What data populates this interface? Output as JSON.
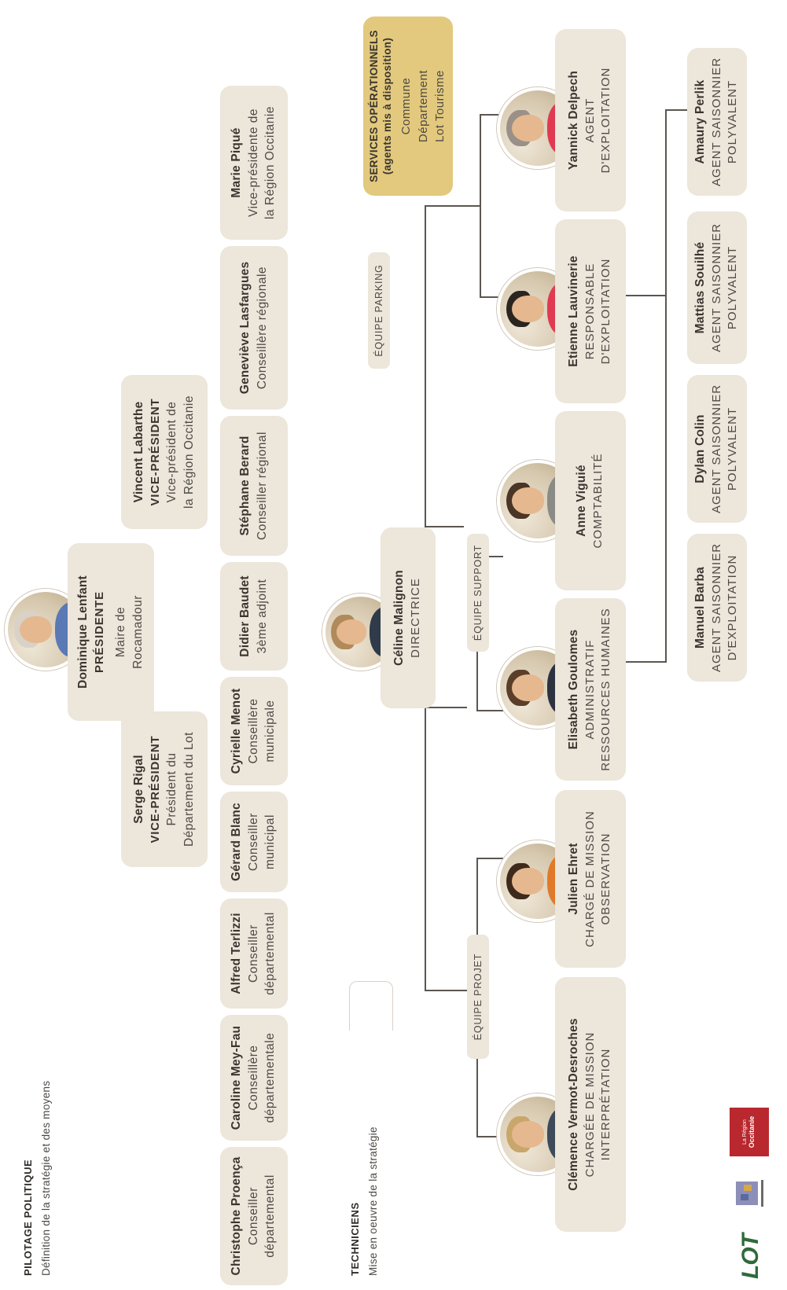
{
  "sections": {
    "pilotage_title": "PILOTAGE POLITIQUE",
    "pilotage_sub": "Définition de la stratégie et des moyens",
    "techniciens_title": "TECHNICIENS",
    "techniciens_sub": "Mise en oeuvre de la stratégie"
  },
  "president": {
    "name": "Dominique Lenfant",
    "role": "PRÉSIDENTE",
    "desc1": "Maire de",
    "desc2": "Rocamadour"
  },
  "vp1": {
    "name": "Serge Rigal",
    "role": "VICE-PRÉSIDENT",
    "desc1": "Président du",
    "desc2": "Département du Lot"
  },
  "vp2": {
    "name": "Vincent Labarthe",
    "role": "VICE-PRÉSIDENT",
    "desc1": "Vice-président de",
    "desc2": "la Région Occitanie"
  },
  "council": [
    {
      "name": "Christophe Proença",
      "desc1": "Conseiller",
      "desc2": "départemental"
    },
    {
      "name": "Caroline Mey-Fau",
      "desc1": "Conseillère",
      "desc2": "départementale"
    },
    {
      "name": "Alfred Terlizzi",
      "desc1": "Conseiller",
      "desc2": "départemental"
    },
    {
      "name": "Gérard Blanc",
      "desc1": "Conseiller",
      "desc2": "municipal"
    },
    {
      "name": "Cyrielle Menot",
      "desc1": "Conseillère",
      "desc2": "municipale"
    },
    {
      "name": "Didier Baudet",
      "desc1": "3ème adjoint",
      "desc2": ""
    },
    {
      "name": "Stéphane Berard",
      "desc1": "Conseiller régional",
      "desc2": ""
    },
    {
      "name": "Geneviève Lasfargues",
      "desc1": "Conseillère régionale",
      "desc2": ""
    },
    {
      "name": "Marie Piqué",
      "desc1": "Vice-présidente de",
      "desc2": "la Région Occitanie"
    }
  ],
  "director": {
    "name": "Céline Malignon",
    "title": "DIRECTRICE"
  },
  "teams": {
    "projet": "ÉQUIPE PROJET",
    "support": "ÉQUIPE SUPPORT",
    "parking": "ÉQUIPE PARKING"
  },
  "staff": {
    "clemence": {
      "name": "Clémence Vermot-Desroches",
      "t1": "CHARGÉE DE MISSION",
      "t2": "INTERPRÉTATION"
    },
    "julien": {
      "name": "Julien Ehret",
      "t1": "CHARGÉ DE MISSION",
      "t2": "OBSERVATION"
    },
    "elisabeth": {
      "name": "Elisabeth Goulomes",
      "t1": "ADMINISTRATIF",
      "t2": "RESSOURCES HUMAINES"
    },
    "anne": {
      "name": "Anne Viguié",
      "t1": "COMPTABILITÉ",
      "t2": ""
    },
    "etienne": {
      "name": "Etienne Lauvinerie",
      "t1": "RESPONSABLE",
      "t2": "D'EXPLOITATION"
    },
    "yannick": {
      "name": "Yannick Delpech",
      "t1": "AGENT",
      "t2": "D'EXPLOITATION"
    }
  },
  "seasonal": [
    {
      "name": "Manuel Barba",
      "t1": "AGENT SAISONNIER",
      "t2": "D'EXPLOITATION"
    },
    {
      "name": "Dylan Colin",
      "t1": "AGENT SAISONNIER",
      "t2": "POLYVALENT"
    },
    {
      "name": "Mattias Souilhé",
      "t1": "AGENT SAISONNIER",
      "t2": "POLYVALENT"
    },
    {
      "name": "Amaury Perlik",
      "t1": "AGENT SAISONNIER",
      "t2": "POLYVALENT"
    }
  ],
  "services": {
    "head1": "SERVICES OPÉRATIONNELS",
    "head2": "(agents mis à disposition)",
    "items": [
      "Commune",
      "Département",
      "Lot Tourisme"
    ]
  },
  "logos": {
    "lot": "LOT",
    "occitanie1": "La Région",
    "occitanie2": "Occitanie"
  },
  "colors": {
    "card": "#ece6db",
    "services": "#e3c97d",
    "line": "#5b5650",
    "lot_logo": "#2e6b3a",
    "region_logo": "#b8282e"
  }
}
